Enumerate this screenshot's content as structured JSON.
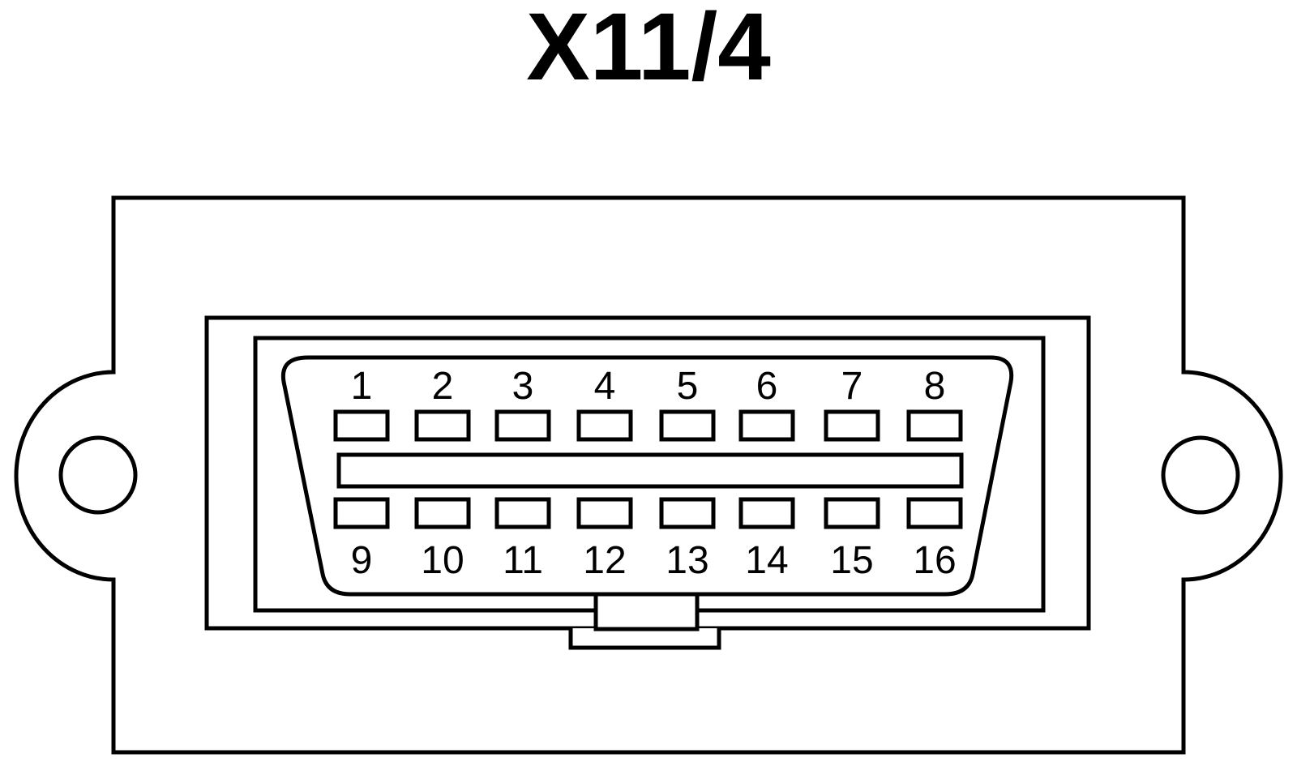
{
  "title": "X11/4",
  "pins_top": [
    "1",
    "2",
    "3",
    "4",
    "5",
    "6",
    "7",
    "8"
  ],
  "pins_bottom": [
    "9",
    "10",
    "11",
    "12",
    "13",
    "14",
    "15",
    "16"
  ],
  "colors": {
    "stroke": "#000000",
    "background": "#ffffff"
  }
}
